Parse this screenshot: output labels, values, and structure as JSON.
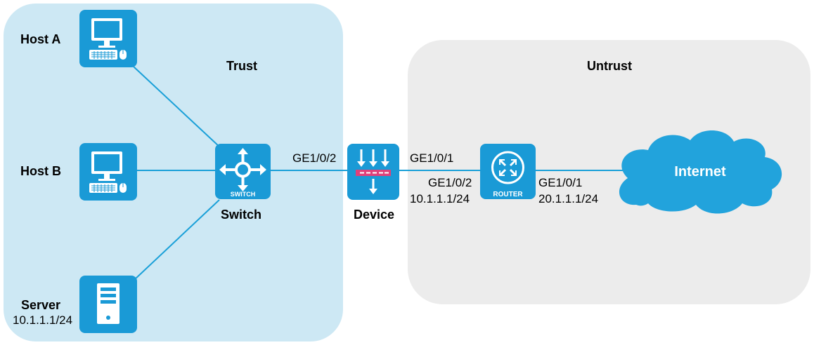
{
  "colors": {
    "trust_zone": "#cde8f4",
    "untrust_zone": "#ececec",
    "link": "#1aa0d8",
    "icon_blue": "#1a9ad6",
    "device_accent": "#e0407a",
    "cloud": "#22a3dc"
  },
  "zones": {
    "trust": "Trust",
    "untrust": "Untrust"
  },
  "nodes": {
    "host_a": {
      "name": "Host A",
      "icon": "desktop-computer-icon"
    },
    "host_b": {
      "name": "Host B",
      "icon": "desktop-computer-icon"
    },
    "server": {
      "name": "Server",
      "ip": "10.1.1.1/24",
      "icon": "server-tower-icon"
    },
    "switch": {
      "name": "Switch",
      "badge": "SWITCH",
      "icon": "switch-icon"
    },
    "device": {
      "name": "Device",
      "icon": "firewall-icon"
    },
    "router": {
      "badge": "ROUTER",
      "icon": "router-icon"
    },
    "internet": {
      "name": "Internet",
      "icon": "cloud-icon"
    }
  },
  "interfaces": {
    "device_to_switch": "GE1/0/2",
    "device_to_router": "GE1/0/1",
    "router_to_device": "GE1/0/2",
    "router_to_device_ip": "10.1.1.1/24",
    "router_to_internet": "GE1/0/1",
    "router_to_internet_ip": "20.1.1.1/24"
  }
}
